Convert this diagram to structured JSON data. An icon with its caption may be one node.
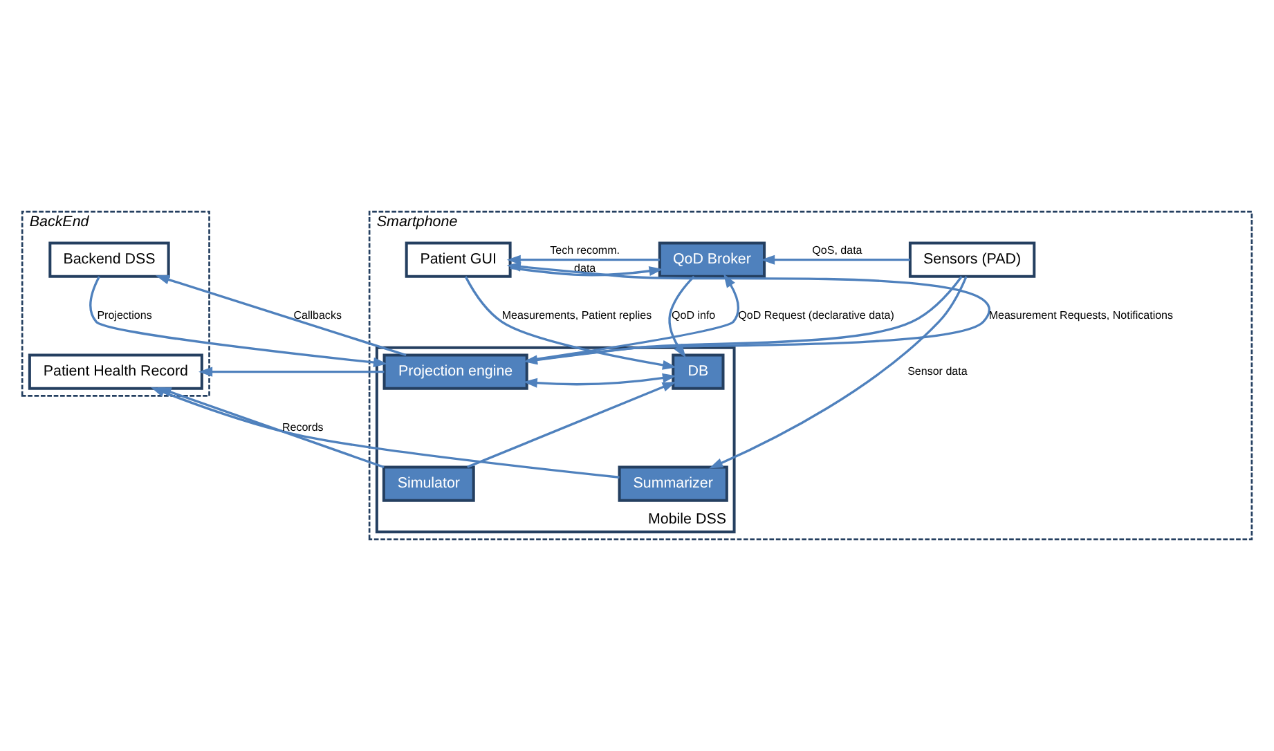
{
  "diagram": {
    "nodes": [
      {
        "text": [
          "BackEnd"
        ]
      },
      {
        "text": [
          "Backend DSS"
        ],
        "in": 0
      },
      {
        "text": [
          "Patient Health Record"
        ],
        "in": 0
      },
      {
        "text": [
          "Smartphone"
        ]
      },
      {
        "text": [
          "Patient GUI"
        ],
        "in": 3
      },
      {
        "text": [
          "QoD Broker"
        ],
        "in": 3
      },
      {
        "text": [
          "Sensors (PAD)"
        ],
        "in": 3
      },
      {
        "text": [
          "Mobile DSS"
        ],
        "in": 3
      },
      {
        "text": [
          "Projection engine"
        ],
        "in": 7
      },
      {
        "text": [
          "DB"
        ],
        "in": 7
      },
      {
        "text": [
          "Summarizer"
        ],
        "in": 7
      },
      {
        "text": [
          "Simulator"
        ],
        "in": 7
      }
    ],
    "edges": [
      {
        "from": 5,
        "to": 4,
        "arrow": "to",
        "label": "Tech recomm."
      },
      {
        "from": 4,
        "to": 5,
        "arrow": "to",
        "label": "data"
      },
      {
        "from": 6,
        "to": 5,
        "arrow": "to",
        "label": "QoS, data"
      },
      {
        "from": 8,
        "to": 4,
        "arrow": "to",
        "label": "Measurement Requests, Notifications"
      },
      {
        "from": 4,
        "to": 9,
        "arrow": "to",
        "label": "Measurements, Patient replies"
      },
      {
        "from": 8,
        "to": 5,
        "arrow": "to",
        "label": "QoD Request (declarative data)"
      },
      {
        "from": 5,
        "to": 9,
        "arrow": "to",
        "label": "QoD info"
      },
      {
        "from": 6,
        "to": 10,
        "arrow": "to",
        "label": "Sensor data"
      },
      {
        "from": 6,
        "to": 8,
        "arrow": "to"
      },
      {
        "from": 1,
        "to": 8,
        "arrow": "to",
        "label": "Projections"
      },
      {
        "from": 8,
        "to": 1,
        "arrow": "to",
        "label": "Callbacks"
      },
      {
        "from": 8,
        "to": 9,
        "arrow": "both"
      },
      {
        "from": 8,
        "to": 2,
        "arrow": "to"
      },
      {
        "from": 10,
        "to": 2,
        "arrow": "to"
      },
      {
        "from": 11,
        "to": 2,
        "arrow": "to",
        "label": "Records"
      },
      {
        "from": 11,
        "to": 9,
        "arrow": "to"
      }
    ]
  }
}
